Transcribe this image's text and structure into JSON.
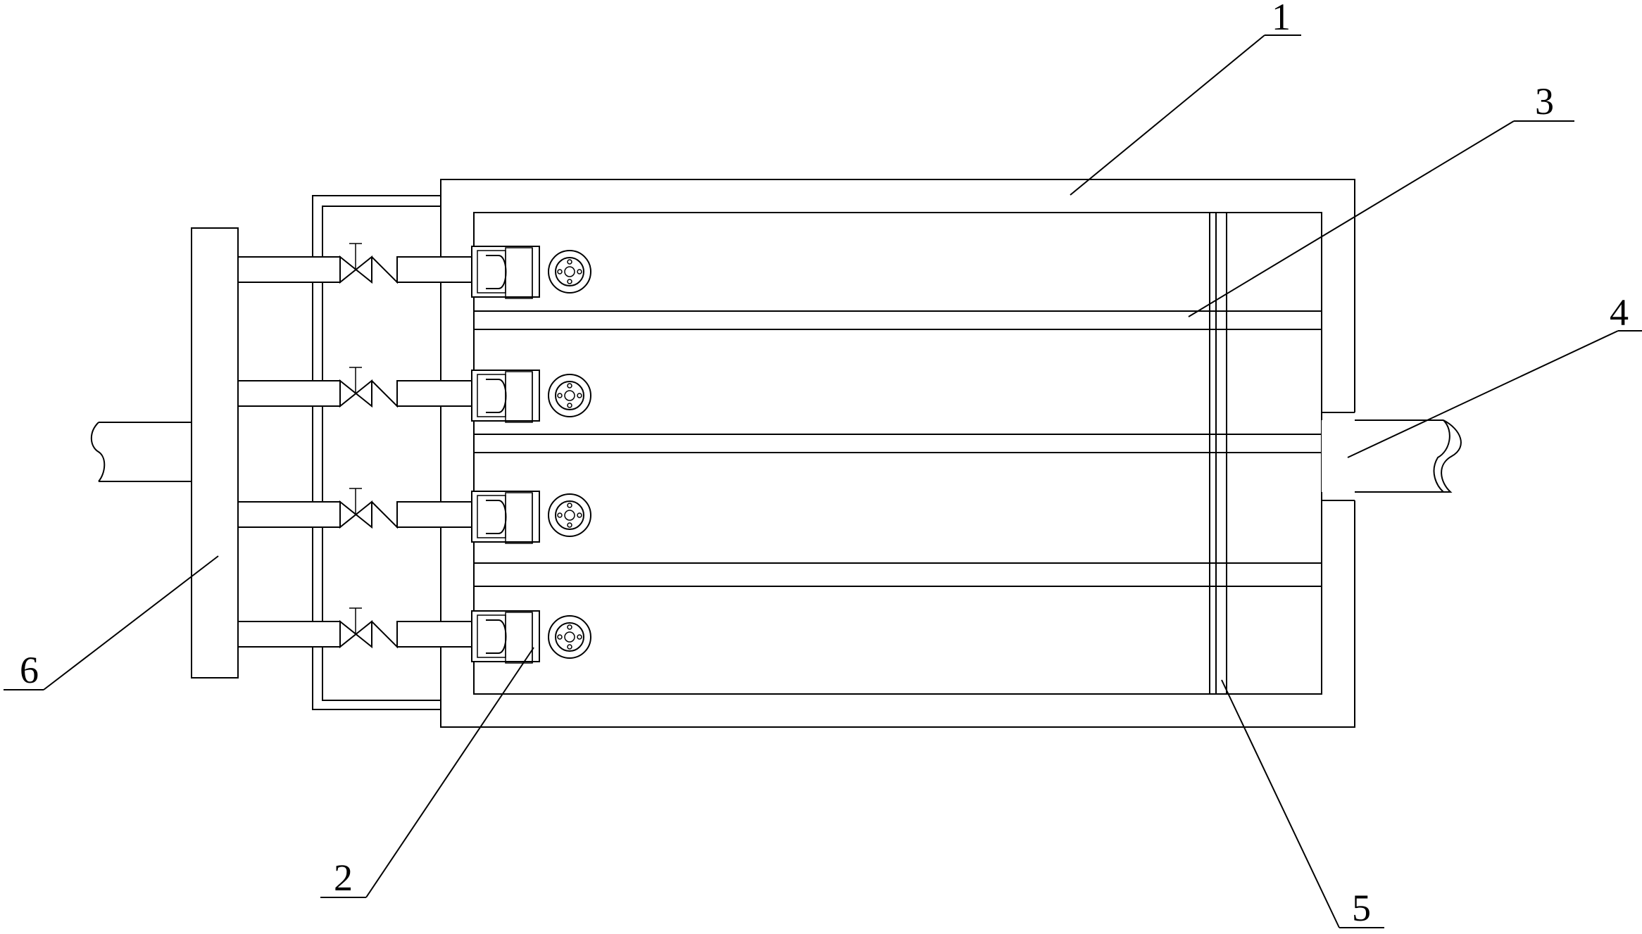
{
  "callouts": {
    "housing": "1",
    "nozzle_unit": "2",
    "partition": "3",
    "outlet_pipe": "4",
    "baffle": "5",
    "manifold": "6"
  }
}
